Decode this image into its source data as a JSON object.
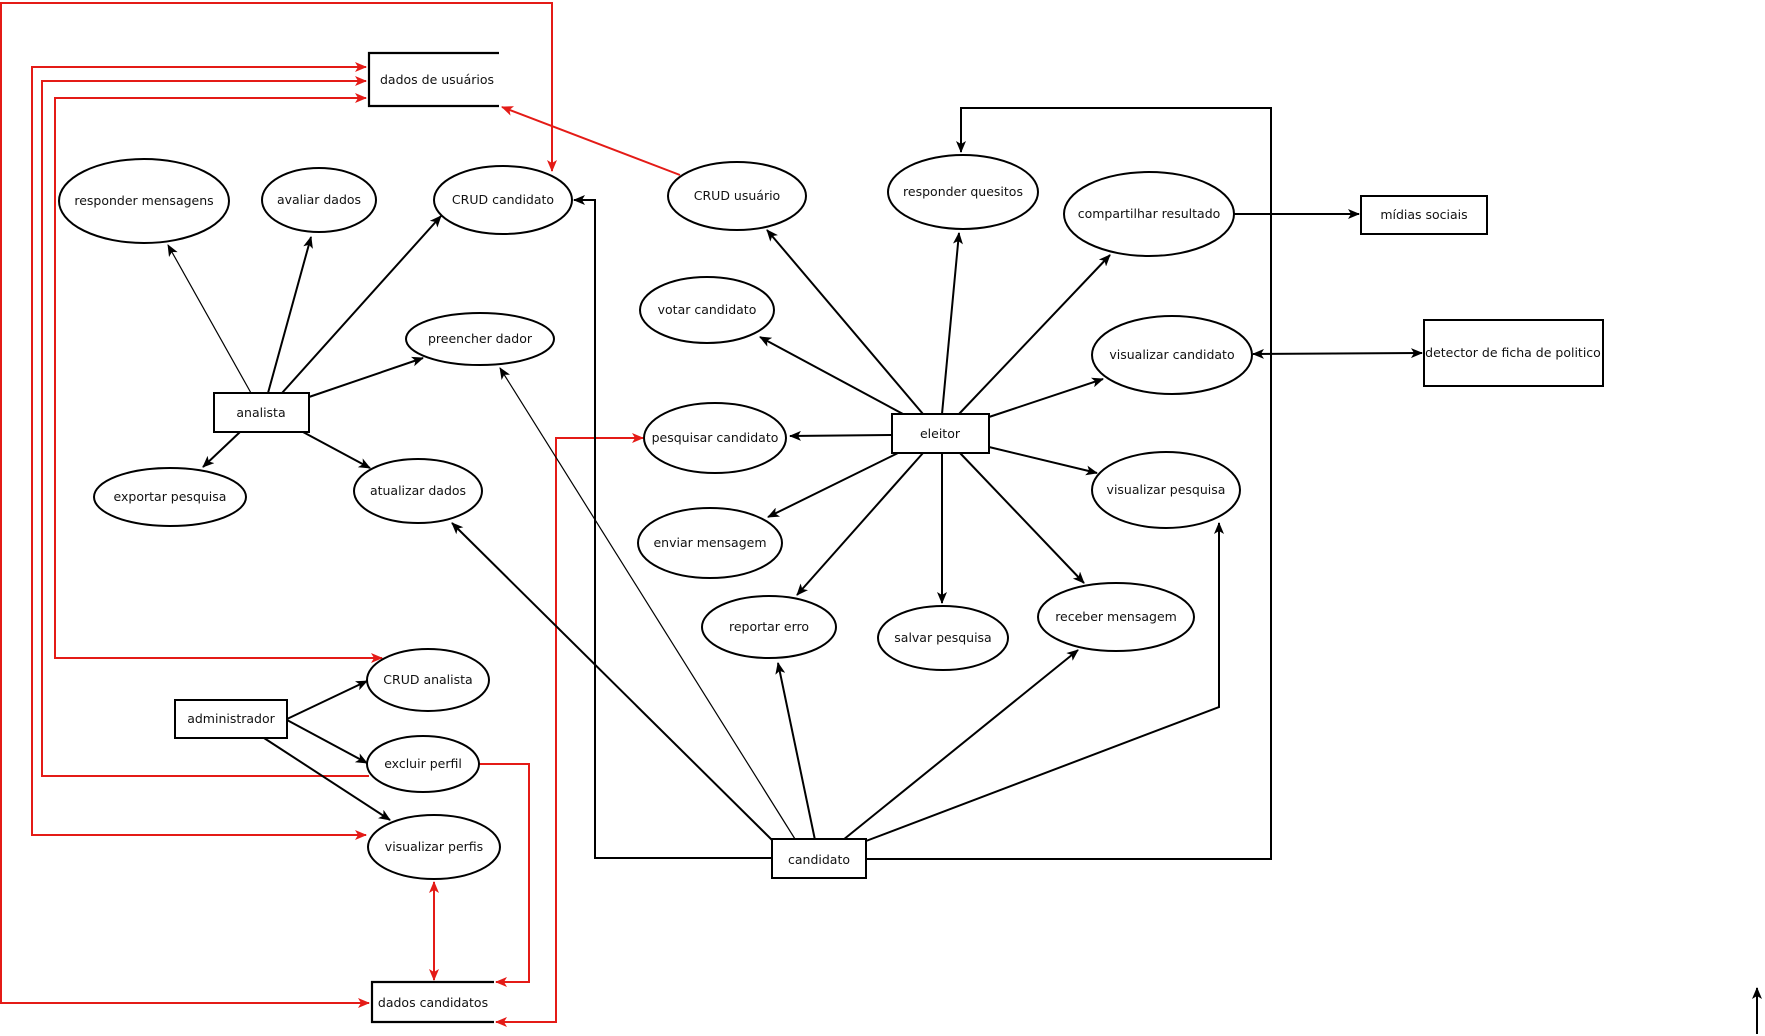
{
  "diagram": {
    "type": "use-case / data-flow diagram",
    "colors": {
      "actor_flow": "#000000",
      "data_flow": "#e41b17",
      "background": "#ffffff"
    },
    "actors": [
      {
        "id": "analista",
        "label": "analista"
      },
      {
        "id": "administrador",
        "label": "administrador"
      },
      {
        "id": "eleitor",
        "label": "eleitor"
      },
      {
        "id": "candidato",
        "label": "candidato"
      }
    ],
    "external_systems": [
      {
        "id": "midias",
        "label": "mídias sociais"
      },
      {
        "id": "detector",
        "label": "detector de ficha de politico"
      }
    ],
    "data_stores": [
      {
        "id": "dados_usuarios",
        "label": "dados de usuários"
      },
      {
        "id": "dados_candidatos",
        "label": "dados candidatos"
      }
    ],
    "use_cases": [
      {
        "id": "responder_mensagens",
        "label": "responder mensagens"
      },
      {
        "id": "avaliar_dados",
        "label": "avaliar dados"
      },
      {
        "id": "crud_candidato",
        "label": "CRUD candidato"
      },
      {
        "id": "preencher_dador",
        "label": "preencher dador"
      },
      {
        "id": "exportar_pesquisa",
        "label": "exportar pesquisa"
      },
      {
        "id": "atualizar_dados",
        "label": "atualizar dados"
      },
      {
        "id": "crud_analista",
        "label": "CRUD analista"
      },
      {
        "id": "excluir_perfil",
        "label": "excluir perfil"
      },
      {
        "id": "visualizar_perfis",
        "label": "visualizar perfis"
      },
      {
        "id": "crud_usuario",
        "label": "CRUD usuário"
      },
      {
        "id": "responder_quesitos",
        "label": "responder quesitos"
      },
      {
        "id": "compartilhar_resultado",
        "label": "compartilhar resultado"
      },
      {
        "id": "votar_candidato",
        "label": "votar candidato"
      },
      {
        "id": "visualizar_candidato",
        "label": "visualizar candidato"
      },
      {
        "id": "pesquisar_candidato",
        "label": "pesquisar candidato"
      },
      {
        "id": "visualizar_pesquisa",
        "label": "visualizar pesquisa"
      },
      {
        "id": "enviar_mensagem",
        "label": "enviar mensagem"
      },
      {
        "id": "reportar_erro",
        "label": "reportar erro"
      },
      {
        "id": "salvar_pesquisa",
        "label": "salvar pesquisa"
      },
      {
        "id": "receber_mensagem",
        "label": "receber mensagem"
      }
    ],
    "connections": [
      {
        "from": "analista",
        "to": "responder_mensagens",
        "kind": "actor"
      },
      {
        "from": "analista",
        "to": "avaliar_dados",
        "kind": "actor"
      },
      {
        "from": "analista",
        "to": "crud_candidato",
        "kind": "actor"
      },
      {
        "from": "analista",
        "to": "preencher_dador",
        "kind": "actor"
      },
      {
        "from": "analista",
        "to": "exportar_pesquisa",
        "kind": "actor"
      },
      {
        "from": "analista",
        "to": "atualizar_dados",
        "kind": "actor"
      },
      {
        "from": "administrador",
        "to": "crud_analista",
        "kind": "actor"
      },
      {
        "from": "administrador",
        "to": "excluir_perfil",
        "kind": "actor"
      },
      {
        "from": "administrador",
        "to": "visualizar_perfis",
        "kind": "actor"
      },
      {
        "from": "eleitor",
        "to": "crud_usuario",
        "kind": "actor"
      },
      {
        "from": "eleitor",
        "to": "responder_quesitos",
        "kind": "actor"
      },
      {
        "from": "eleitor",
        "to": "compartilhar_resultado",
        "kind": "actor"
      },
      {
        "from": "eleitor",
        "to": "votar_candidato",
        "kind": "actor"
      },
      {
        "from": "eleitor",
        "to": "visualizar_candidato",
        "kind": "actor"
      },
      {
        "from": "eleitor",
        "to": "pesquisar_candidato",
        "kind": "actor"
      },
      {
        "from": "eleitor",
        "to": "visualizar_pesquisa",
        "kind": "actor"
      },
      {
        "from": "eleitor",
        "to": "enviar_mensagem",
        "kind": "actor"
      },
      {
        "from": "eleitor",
        "to": "reportar_erro",
        "kind": "actor"
      },
      {
        "from": "eleitor",
        "to": "salvar_pesquisa",
        "kind": "actor"
      },
      {
        "from": "eleitor",
        "to": "receber_mensagem",
        "kind": "actor"
      },
      {
        "from": "candidato",
        "to": "crud_candidato",
        "kind": "actor"
      },
      {
        "from": "candidato",
        "to": "responder_quesitos",
        "kind": "actor"
      },
      {
        "from": "candidato",
        "to": "preencher_dador",
        "kind": "actor"
      },
      {
        "from": "candidato",
        "to": "atualizar_dados",
        "kind": "actor"
      },
      {
        "from": "candidato",
        "to": "reportar_erro",
        "kind": "actor"
      },
      {
        "from": "candidato",
        "to": "receber_mensagem",
        "kind": "actor"
      },
      {
        "from": "candidato",
        "to": "visualizar_pesquisa",
        "kind": "actor"
      },
      {
        "from": "compartilhar_resultado",
        "to": "midias",
        "kind": "actor"
      },
      {
        "from": "visualizar_candidato",
        "to": "detector",
        "kind": "bidirectional"
      },
      {
        "from": "crud_usuario",
        "to": "dados_usuarios",
        "kind": "data"
      },
      {
        "from": "dados_usuarios",
        "to": "crud_candidato",
        "kind": "data"
      },
      {
        "from": "crud_analista",
        "to": "dados_usuarios",
        "kind": "data"
      },
      {
        "from": "excluir_perfil",
        "to": "dados_usuarios",
        "kind": "data"
      },
      {
        "from": "visualizar_perfis",
        "to": "dados_usuarios",
        "kind": "data"
      },
      {
        "from": "excluir_perfil",
        "to": "dados_candidatos",
        "kind": "data"
      },
      {
        "from": "visualizar_perfis",
        "to": "dados_candidatos",
        "kind": "data-bidirectional"
      },
      {
        "from": "dados_candidatos",
        "to": "pesquisar_candidato",
        "kind": "data"
      },
      {
        "from": "crud_candidato",
        "to": "dados_candidatos",
        "kind": "data"
      }
    ]
  }
}
